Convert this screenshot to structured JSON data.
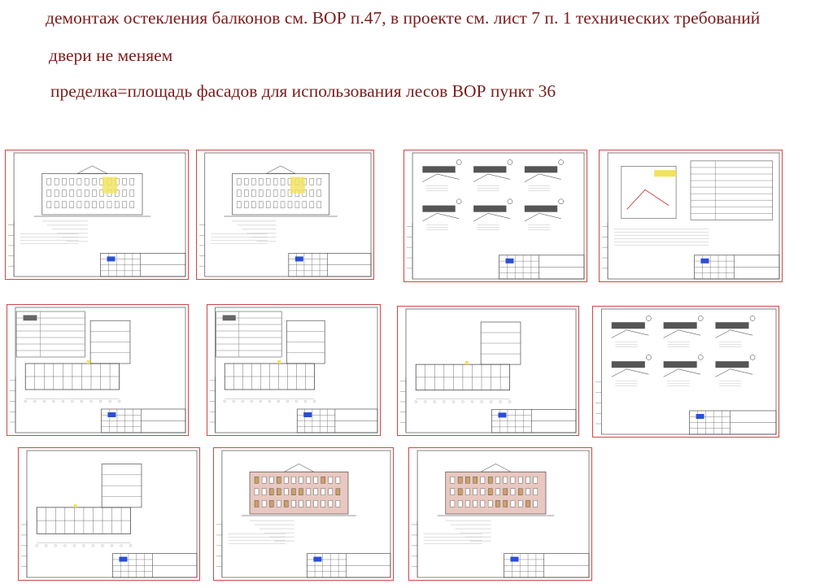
{
  "notes": [
    "демонтаж остекления балконов см. ВОР п.47, в проекте см. лист 7 п. 1 технических требований",
    "двери не меняем",
    "пределка=площадь фасадов для использования лесов ВОР пункт 36"
  ],
  "sheets": [
    {
      "kind": "facade"
    },
    {
      "kind": "facade"
    },
    {
      "kind": "details"
    },
    {
      "kind": "details-spec"
    },
    {
      "kind": "plan-spec"
    },
    {
      "kind": "plan-spec"
    },
    {
      "kind": "plan"
    },
    {
      "kind": "details"
    },
    {
      "kind": "plan"
    },
    {
      "kind": "facade-color"
    },
    {
      "kind": "facade-color"
    }
  ],
  "colors": {
    "note_text": "#7a1c1c",
    "sheet_border": "#d24545",
    "drawing_line": "#333333",
    "highlight_yellow": "#f2e25a",
    "highlight_blue": "#2a4fd6",
    "facade_pink": "#e8c8c0"
  }
}
